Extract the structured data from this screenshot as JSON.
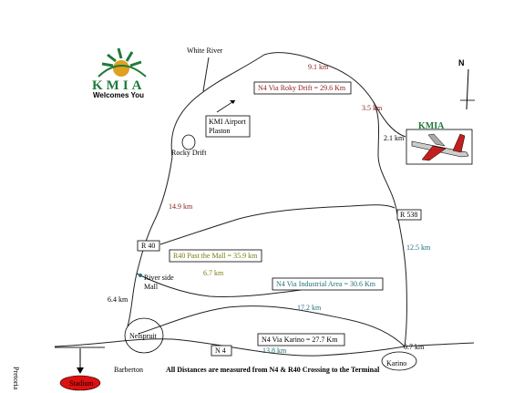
{
  "logo": {
    "text": "KMIA",
    "tagline": "Welcomes You"
  },
  "compass": {
    "north": "N"
  },
  "airport_label": "KMIA",
  "places": {
    "white_river": "White River",
    "rocky_drift": "Rocky Drift",
    "river_side_mall_1": "River side",
    "river_side_mall_2": "Mall",
    "nelspruit": "Nelspruit",
    "barberton": "Barberton",
    "karino": "Karino",
    "pretoria": "Pretoria",
    "stadium": "Stadium",
    "airport_plaston_1": "KMI Airport",
    "airport_plaston_2": "Plaston"
  },
  "roads": {
    "r40": "R 40",
    "r538": "R 538",
    "n4": "N 4"
  },
  "routes": {
    "roky_drift": "N4 Via Roky Drift = 29.6 Km",
    "past_mall": "R40 Past the Mall = 35.9 km",
    "industrial": "N4 Via Industrial Area = 30.6 Km",
    "karino": "N4 Via Karino = 27.7 Km"
  },
  "distances": {
    "d1": "9.1 km",
    "d2": "3.5 km",
    "d3": "2.1 km",
    "d4": "14.9 km",
    "d5": "12.5 km",
    "d6": "6.7 km",
    "d7": "17.2 km",
    "d8": "6.4 km",
    "d9": "13.8 km",
    "d10": "0.7 km"
  },
  "footnote": "All Distances are measured from N4 & R40 Crossing to the Terminal",
  "colors": {
    "red_text": "#8b1a1a",
    "olive_text": "#7a7a10",
    "teal_text": "#1f6f78",
    "logo_green": "#1f7a3a",
    "logo_gold": "#e0a020",
    "stadium": "#e01010"
  }
}
